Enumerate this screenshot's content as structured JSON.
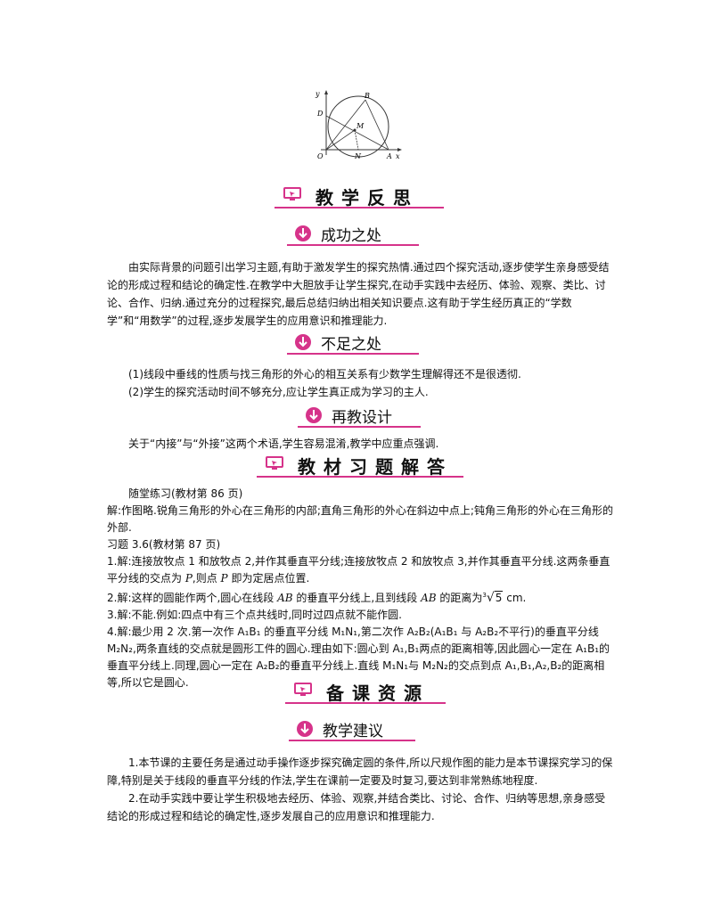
{
  "figure": {
    "labels": {
      "y": "y",
      "x": "x",
      "o": "O",
      "b": "B",
      "d": "D",
      "m": "M",
      "n": "N",
      "a": "A"
    }
  },
  "sections": {
    "reflection_title": "教学反思",
    "success_title": "成功之处",
    "success_text": "由实际背景的问题引出学习主题,有助于激发学生的探究热情.通过四个探究活动,逐步使学生亲身感受结论的形成过程和结论的确定性.在教学中大胆放手让学生探究,在动手实践中去经历、体验、观察、类比、讨论、合作、归纳.通过充分的过程探究,最后总结归纳出相关知识要点.这有助于学生经历真正的“学数学”和“用数学”的过程,逐步发展学生的应用意识和推理能力.",
    "shortcoming_title": "不足之处",
    "shortcoming_1": "(1)线段中垂线的性质与找三角形的外心的相互关系有少数学生理解得还不是很透彻.",
    "shortcoming_2": "(2)学生的探究活动时间不够充分,应让学生真正成为学习的主人.",
    "redesign_title": "再教设计",
    "redesign_text": "关于“内接”与“外接”这两个术语,学生容易混淆,教学中应重点强调.",
    "exercises_title": "教材习题解答",
    "ex_head_1": "随堂练习(教材第 86 页)",
    "ex_ans_1": "解:作图略.锐角三角形的外心在三角形的内部;直角三角形的外心在斜边中点上;钝角三角形的外心在三角形的外部.",
    "ex_head_2": "习题 3.6(教材第 87 页)",
    "ex_2_1a": "1.解:连接放牧点 1 和放牧点 2,并作其垂直平分线;连接放牧点 2 和放牧点 3,并作其垂直平分线.这两条垂直平分线的交点为 ",
    "ex_2_1b": "P",
    "ex_2_1c": ",则点 ",
    "ex_2_1d": "P",
    "ex_2_1e": " 即为定居点位置.",
    "ex_2_2a": "2.解:这样的圆能作两个,圆心在线段 ",
    "ex_2_2b": "AB",
    "ex_2_2c": " 的垂直平分线上,且到线段 ",
    "ex_2_2d": "AB",
    "ex_2_2e": " 的距离为",
    "ex_2_2_root_index": "3",
    "ex_2_2_root_val": "5",
    "ex_2_2f": " cm.",
    "ex_2_3": "3.解:不能.例如:四点中有三个点共线时,同时过四点就不能作圆.",
    "ex_2_4": "4.解:最少用 2 次.第一次作 A₁B₁ 的垂直平分线 M₁N₁,第二次作 A₂B₂(A₁B₁ 与 A₂B₂不平行)的垂直平分线 M₂N₂,两条直线的交点就是圆形工件的圆心.理由如下:圆心到 A₁,B₁两点的距离相等,因此圆心一定在 A₁B₁的垂直平分线上.同理,圆心一定在 A₂B₂的垂直平分线上.直线 M₁N₁与 M₂N₂的交点到点 A₁,B₁,A₂,B₂的距离相等,所以它是圆心.",
    "resources_title": "备课资源",
    "suggest_title": "教学建议",
    "suggest_1": "1.本节课的主要任务是通过动手操作逐步探究确定圆的条件,所以尺规作图的能力是本节课探究学习的保障,特别是关于线段的垂直平分线的作法,学生在课前一定要及时复习,要达到非常熟练地程度.",
    "suggest_2": "2.在动手实践中要让学生积极地去经历、体验、观察,并结合类比、讨论、合作、归纳等思想,亲身感受结论的形成过程和结论的确定性,逐步发展自己的应用意识和推理能力."
  },
  "colors": {
    "accent": "#d6338a"
  }
}
